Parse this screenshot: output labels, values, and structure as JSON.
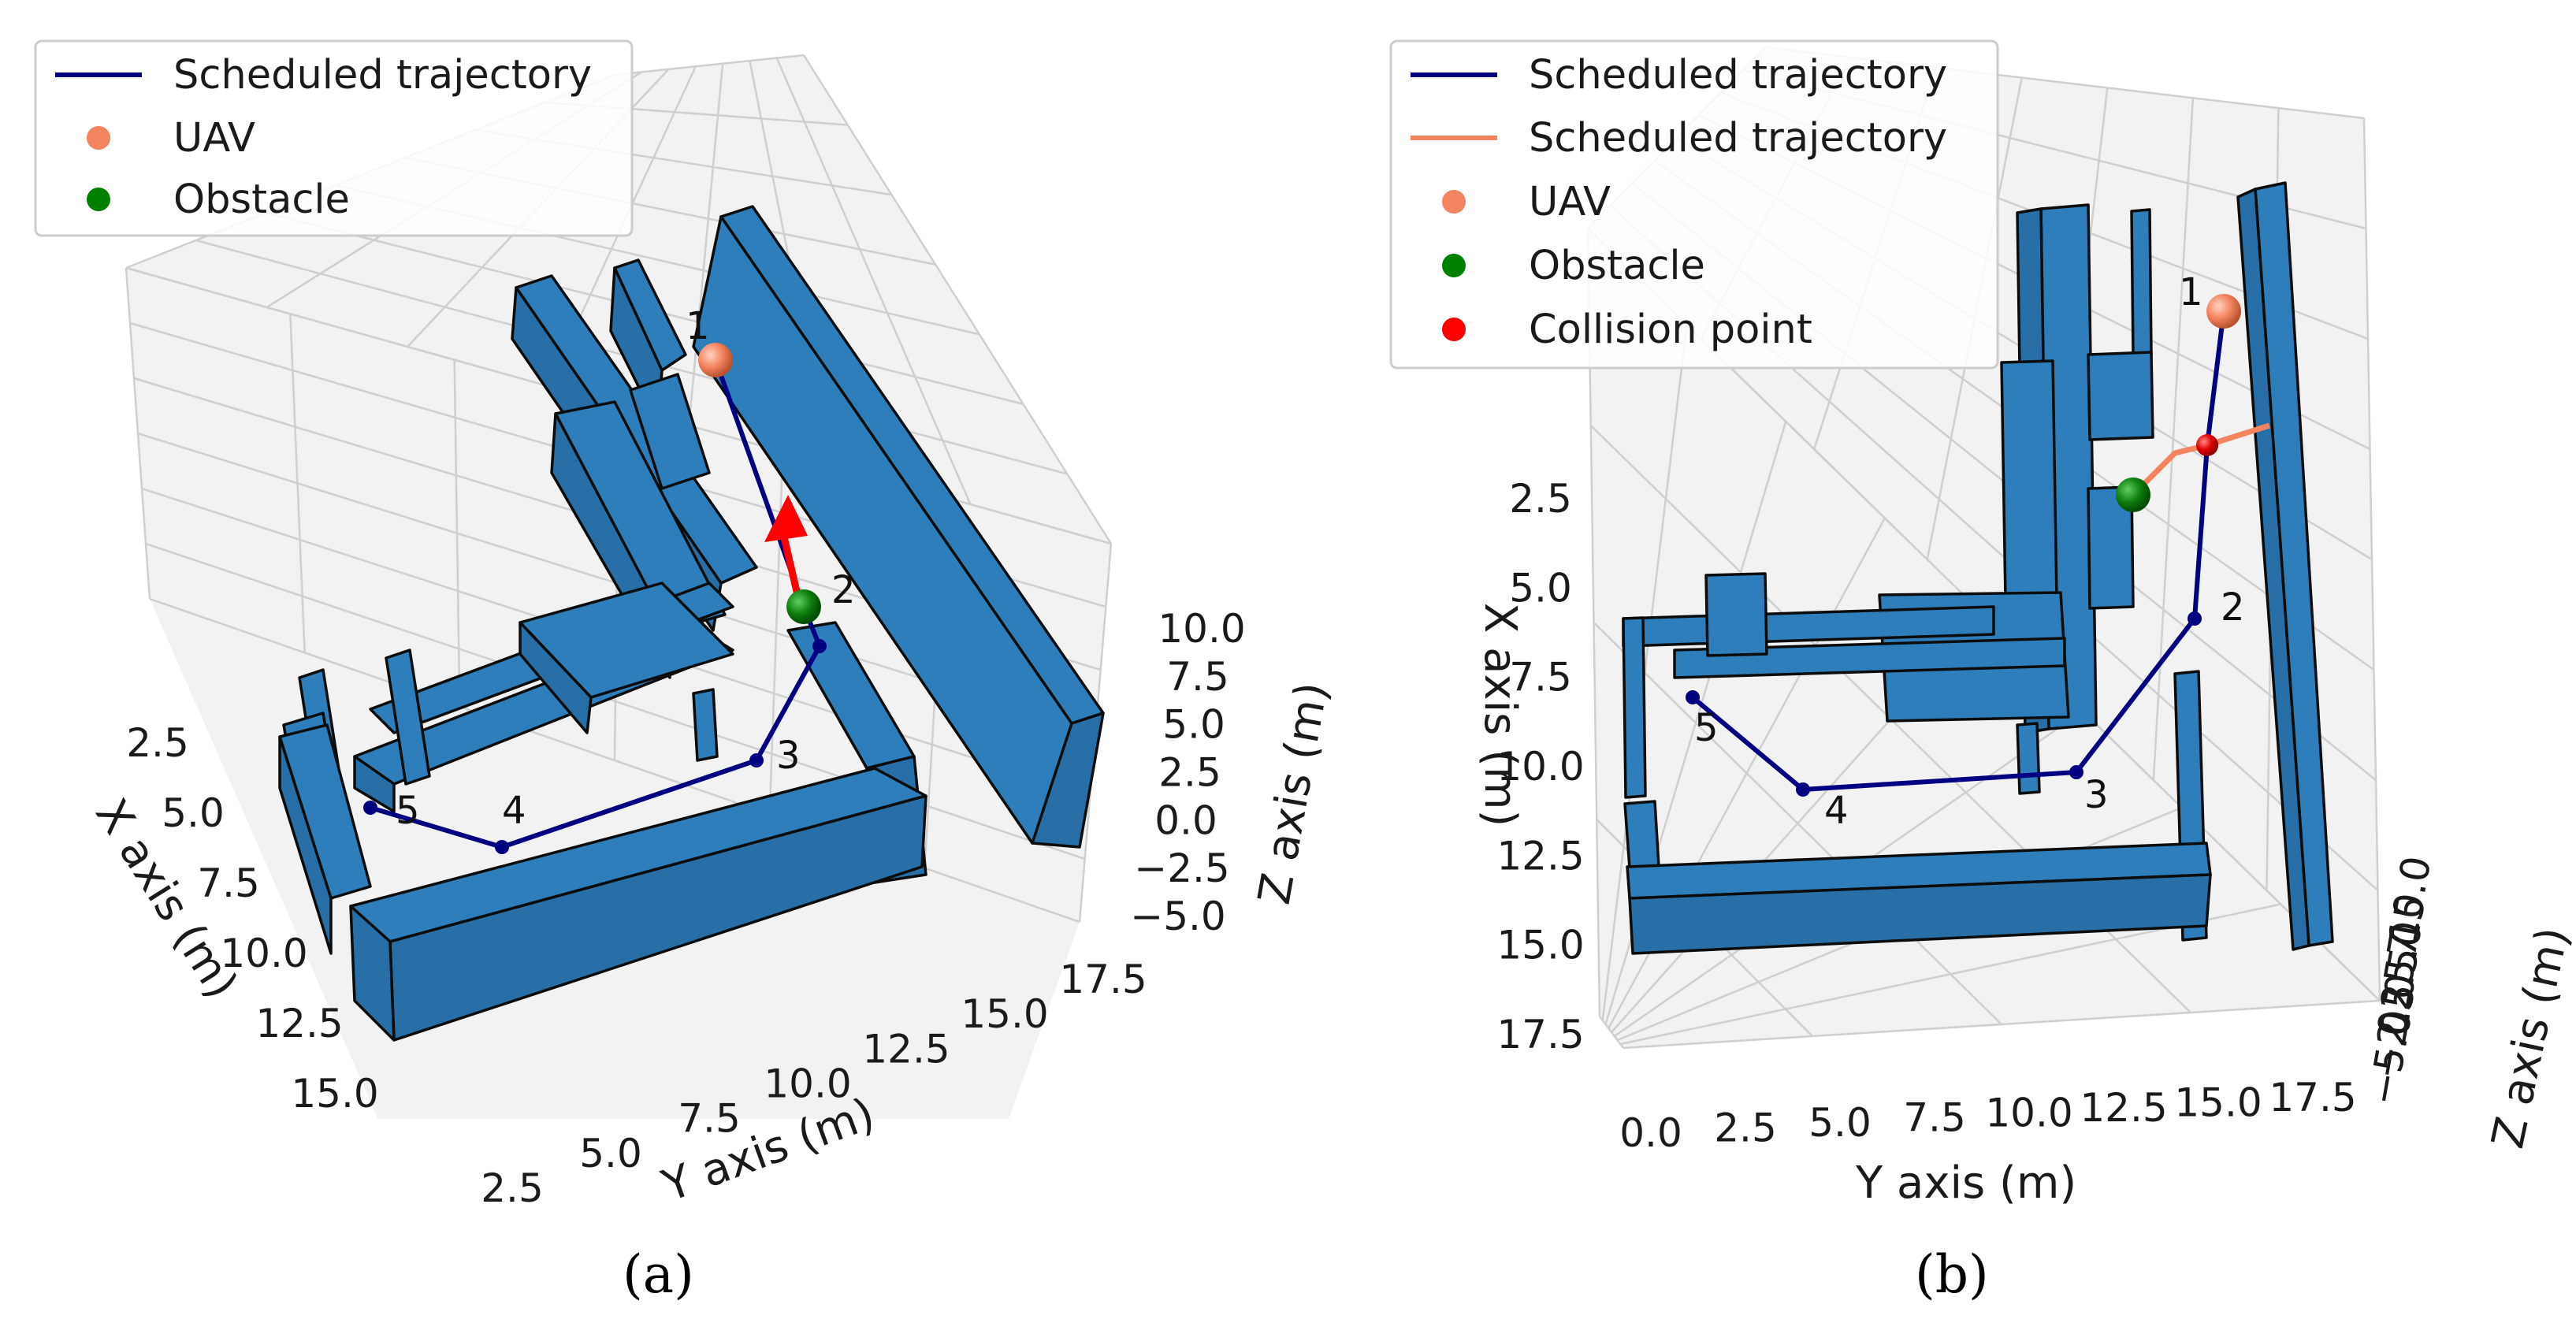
{
  "chart_data": [
    {
      "type": "line",
      "panel_label": "(a)",
      "title": "",
      "xlabel": "X axis (m)",
      "ylabel": "Y axis (m)",
      "zlabel": "Z axis (m)",
      "x_ticks": [
        "2.5",
        "5.0",
        "7.5",
        "10.0",
        "12.5",
        "15.0"
      ],
      "y_ticks": [
        "2.5",
        "5.0",
        "7.5",
        "10.0",
        "12.5",
        "15.0",
        "17.5"
      ],
      "z_ticks": [
        "10.0",
        "7.5",
        "5.0",
        "2.5",
        "0.0",
        "−2.5",
        "−5.0"
      ],
      "legend": {
        "position": "top-left",
        "entries": [
          {
            "label": "Scheduled trajectory",
            "marker": "line",
            "color": "#000080"
          },
          {
            "label": "UAV",
            "marker": "dot",
            "color": "#f4845f"
          },
          {
            "label": "Obstacle",
            "marker": "dot",
            "color": "#008000"
          }
        ]
      },
      "waypoint_labels": [
        "1",
        "2",
        "3",
        "4",
        "5"
      ],
      "series": [
        {
          "name": "Scheduled trajectory",
          "color": "#000080",
          "waypoints": [
            "1",
            "2",
            "3",
            "4",
            "5"
          ]
        }
      ],
      "uav": {
        "at_waypoint": "1",
        "color": "#f4845f"
      },
      "obstacle": {
        "at_waypoint": "2",
        "color": "#008000",
        "motion_arrow_color": "#ff0000"
      },
      "grid": true
    },
    {
      "type": "line",
      "panel_label": "(b)",
      "title": "",
      "xlabel": "X axis (m)",
      "ylabel": "Y axis (m)",
      "zlabel": "Z axis (m)",
      "x_ticks": [
        "2.5",
        "5.0",
        "7.5",
        "10.0",
        "12.5",
        "15.0",
        "17.5"
      ],
      "y_ticks": [
        "0.0",
        "2.5",
        "5.0",
        "7.5",
        "10.0",
        "12.5",
        "15.0",
        "17.5"
      ],
      "z_ticks": [
        "10.0",
        "7.5",
        "5.0",
        "2.5",
        "0.0",
        "−2.5",
        "−5.0"
      ],
      "legend": {
        "position": "top-left",
        "entries": [
          {
            "label": "Scheduled trajectory",
            "marker": "line",
            "color": "#000080"
          },
          {
            "label": "Scheduled trajectory",
            "marker": "line",
            "color": "#f4845f"
          },
          {
            "label": "UAV",
            "marker": "dot",
            "color": "#f4845f"
          },
          {
            "label": "Obstacle",
            "marker": "dot",
            "color": "#008000"
          },
          {
            "label": "Collision point",
            "marker": "dot",
            "color": "#ff0000"
          }
        ]
      },
      "waypoint_labels": [
        "1",
        "2",
        "3",
        "4",
        "5"
      ],
      "series": [
        {
          "name": "Scheduled trajectory",
          "color": "#000080",
          "waypoints": [
            "1",
            "2",
            "3",
            "4",
            "5"
          ]
        },
        {
          "name": "Scheduled trajectory",
          "color": "#f4845f",
          "description": "obstacle path"
        }
      ],
      "uav": {
        "at_waypoint": "1",
        "color": "#f4845f"
      },
      "obstacle": {
        "color": "#008000"
      },
      "collision_point": {
        "color": "#ff0000"
      },
      "grid": true
    }
  ],
  "colors": {
    "building_fill": "#2e7ebb",
    "building_edge": "#0c0c0c",
    "trajectory": "#000080",
    "uav": "#f4845f",
    "obstacle": "#008000",
    "collision": "#ff0000"
  }
}
